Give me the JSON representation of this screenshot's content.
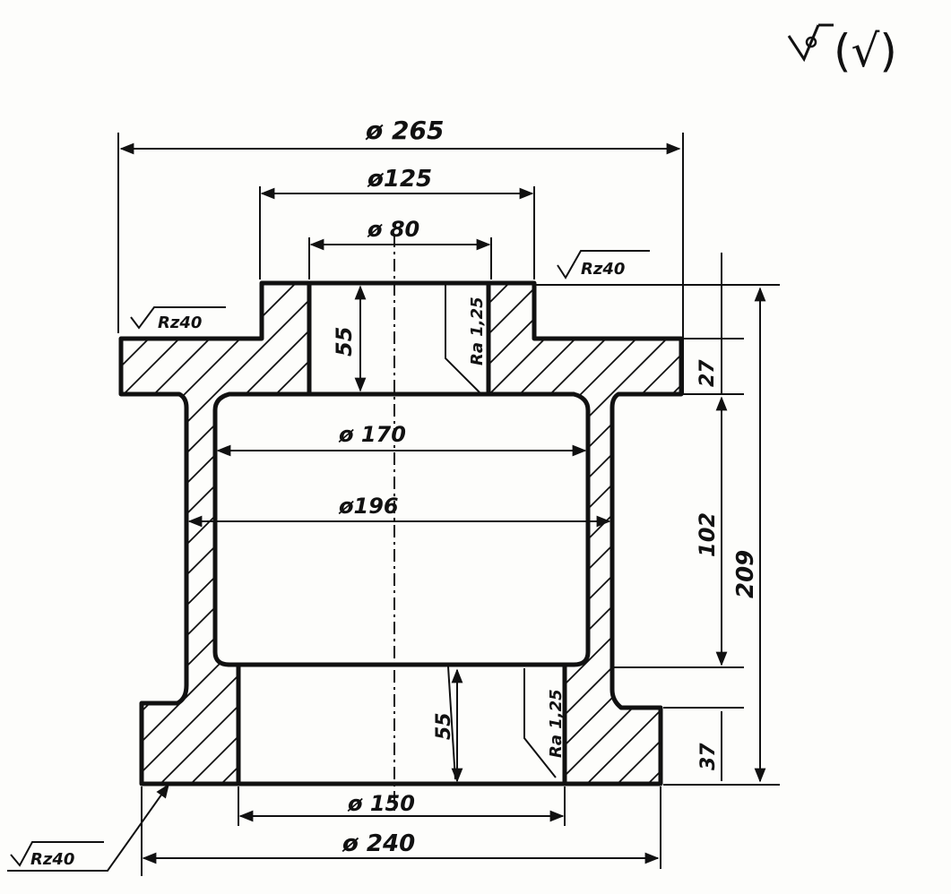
{
  "drawing": {
    "general_roughness": "(√)",
    "dims": {
      "d265": "ø 265",
      "d125": "ø125",
      "d80": "ø 80",
      "d170": "ø 170",
      "d196": "ø196",
      "d150": "ø 150",
      "d240": "ø 240",
      "h55_top": "55",
      "h55_bottom": "55",
      "h27": "27",
      "h102": "102",
      "h209": "209",
      "h37": "37"
    },
    "surface": {
      "rz_top_left": "Rz40",
      "rz_top_right": "Rz40",
      "rz_bottom_left": "Rz40",
      "ra_top": "Ra 1,25",
      "ra_bottom": "Ra 1,25"
    }
  }
}
